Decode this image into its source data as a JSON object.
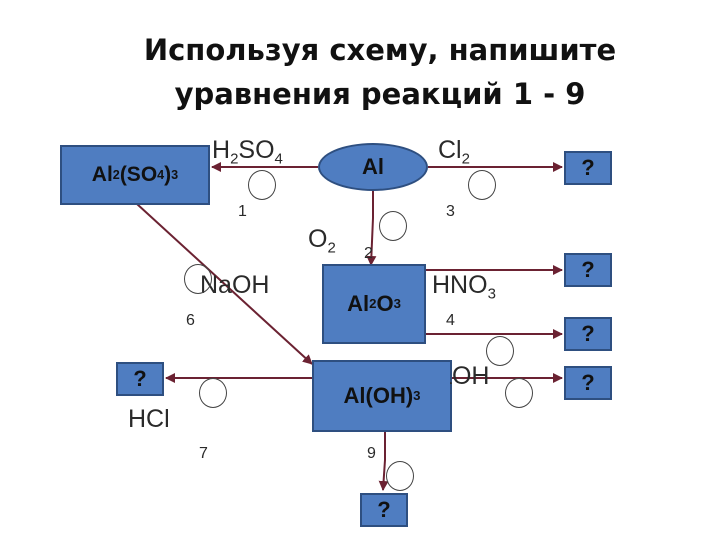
{
  "title": {
    "line1": "Используя схему, напишите",
    "line2": "уравнения реакций 1 - 9"
  },
  "nodes": {
    "al": "Al",
    "al2so43": {
      "a": "Al",
      "b": "2",
      "c": "(SO",
      "d": "4",
      "e": ")",
      "f": "3"
    },
    "al2o3": {
      "a": "Al",
      "b": "2",
      "c": "O",
      "d": "3"
    },
    "aloh3": {
      "a": "Al(OH)",
      "b": "3"
    },
    "unknown": "?"
  },
  "reagents": {
    "h2so4": {
      "a": "H",
      "b": "2",
      "c": "SO",
      "d": "4"
    },
    "cl2": {
      "a": "Cl",
      "b": "2"
    },
    "o2": {
      "a": "O",
      "b": "2"
    },
    "naoh_left": "NaOH",
    "hno3": {
      "a": "HNO",
      "b": "3"
    },
    "naoh_right": "NaOH",
    "hcl": "HCl"
  },
  "reaction_numbers": [
    "1",
    "2",
    "3",
    "4",
    "6",
    "7",
    "9"
  ],
  "colors": {
    "box_fill": "#4f7dc1",
    "box_border": "#2e4f80",
    "arrow": "#7a2a3a"
  }
}
